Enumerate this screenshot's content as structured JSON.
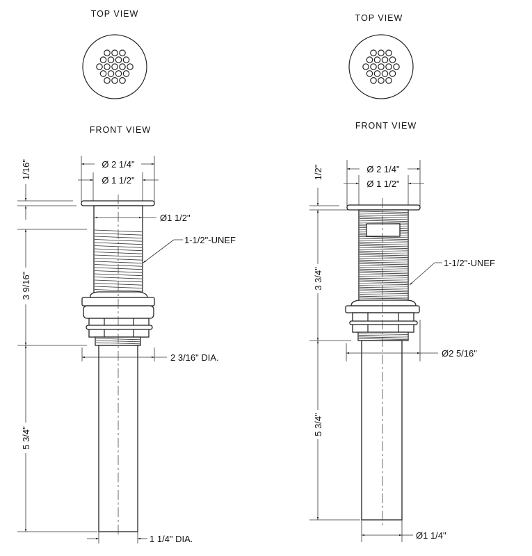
{
  "left": {
    "top_view": "TOP VIEW",
    "front_view": "FRONT VIEW",
    "flange_dia": "Ø 2 1/4\"",
    "opening_dia": "Ø 1 1/2\"",
    "body_dia": "Ø1 1/2\"",
    "thread": "1-1/2\"-UNEF",
    "flange_height": "1/16\"",
    "body_length": "3 9/16\"",
    "nut_dia": "2 3/16\" DIA.",
    "tail_length": "5 3/4\"",
    "tail_dia": "1 1/4\" DIA."
  },
  "right": {
    "top_view": "TOP VIEW",
    "front_view": "FRONT VIEW",
    "flange_dia": "Ø 2 1/4\"",
    "opening_dia": "Ø 1 1/2\"",
    "thread": "1-1/2\"-UNEF",
    "flange_height": "1/2\"",
    "body_length": "3 3/4\"",
    "nut_dia": "Ø2 5/16\"",
    "tail_length": "5 3/4\"",
    "tail_dia": "Ø1 1/4\""
  }
}
